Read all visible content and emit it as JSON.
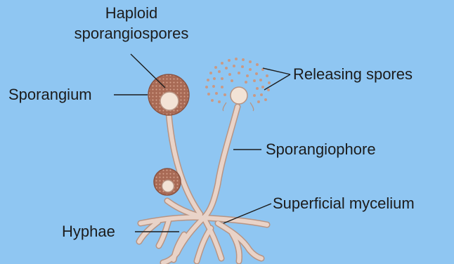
{
  "diagram": {
    "labels": {
      "haploid_line1": "Haploid",
      "haploid_line2": "sporangiospores",
      "sporangium": "Sporangium",
      "releasing_spores": "Releasing spores",
      "sporangiophore": "Sporangiophore",
      "superficial_mycelium": "Superficial mycelium",
      "hyphae": "Hyphae"
    },
    "colors": {
      "background": "#8fc6f2",
      "hyphae": "#e9d3c8",
      "hyphae_outline": "#b89483",
      "sporangium": "#a86a55",
      "columella": "#f3e3d6",
      "leader_line": "#1c1c1c"
    }
  }
}
